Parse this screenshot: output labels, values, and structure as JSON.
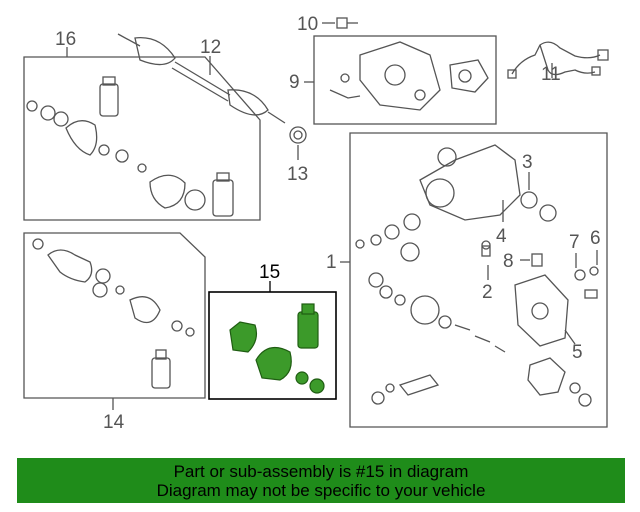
{
  "colors": {
    "line": "#555555",
    "highlight_fill": "#3c9a2a",
    "highlight_dark": "#1f5d12",
    "banner_bg": "#1f8c1a"
  },
  "callouts": {
    "c1": "1",
    "c2": "2",
    "c3": "3",
    "c4": "4",
    "c5": "5",
    "c6": "6",
    "c7": "7",
    "c8": "8",
    "c9": "9",
    "c10": "10",
    "c11": "11",
    "c12": "12",
    "c13": "13",
    "c14": "14",
    "c15": "15",
    "c16": "16"
  },
  "banner": {
    "line1": "Part or sub-assembly is #15 in diagram",
    "line2": "Diagram may not be specific to your vehicle"
  }
}
